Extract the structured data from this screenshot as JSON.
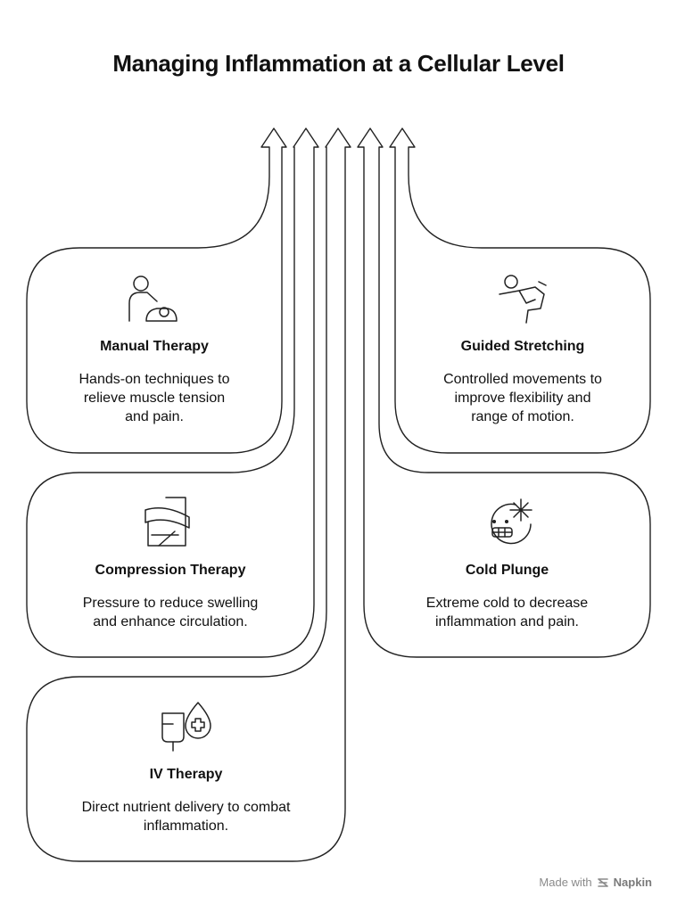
{
  "title": "Managing Inflammation at a Cellular Level",
  "cards": [
    {
      "id": "manual-therapy",
      "icon": "massage-icon",
      "title": "Manual Therapy",
      "desc": [
        "Hands-on techniques to",
        "relieve muscle tension",
        "and pain."
      ]
    },
    {
      "id": "guided-stretching",
      "icon": "stretching-person-icon",
      "title": "Guided Stretching",
      "desc": [
        "Controlled movements to",
        "improve flexibility and",
        "range of motion."
      ]
    },
    {
      "id": "compression-therapy",
      "icon": "bandage-icon",
      "title": "Compression Therapy",
      "desc": [
        "Pressure to reduce swelling",
        "and enhance circulation."
      ]
    },
    {
      "id": "cold-plunge",
      "icon": "freezing-face-icon",
      "title": "Cold Plunge",
      "desc": [
        "Extreme cold to decrease",
        "inflammation and pain."
      ]
    },
    {
      "id": "iv-therapy",
      "icon": "iv-drip-icon",
      "title": "IV Therapy",
      "desc": [
        "Direct nutrient delivery to combat",
        "inflammation."
      ]
    }
  ],
  "footer": {
    "prefix": "Made with",
    "brand": "Napkin",
    "icon": "napkin-logo-icon"
  }
}
